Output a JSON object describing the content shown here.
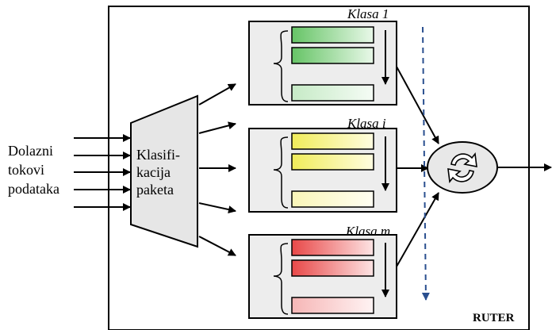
{
  "input_label_lines": [
    "Dolazni",
    "tokovi",
    "podataka"
  ],
  "classifier_label_lines": [
    "Klasifi-",
    "kacija",
    "paketa"
  ],
  "classes": [
    {
      "label": "Klasa 1",
      "color": "green"
    },
    {
      "label": "Klasa i",
      "color": "yellow"
    },
    {
      "label": "Klasa m",
      "color": "red"
    }
  ],
  "router_label": "RUTER",
  "colors": {
    "green": "#7fd07f",
    "yellow": "#f4f070",
    "red": "#e85a5a",
    "dashed_line": "#2a4f8f"
  }
}
